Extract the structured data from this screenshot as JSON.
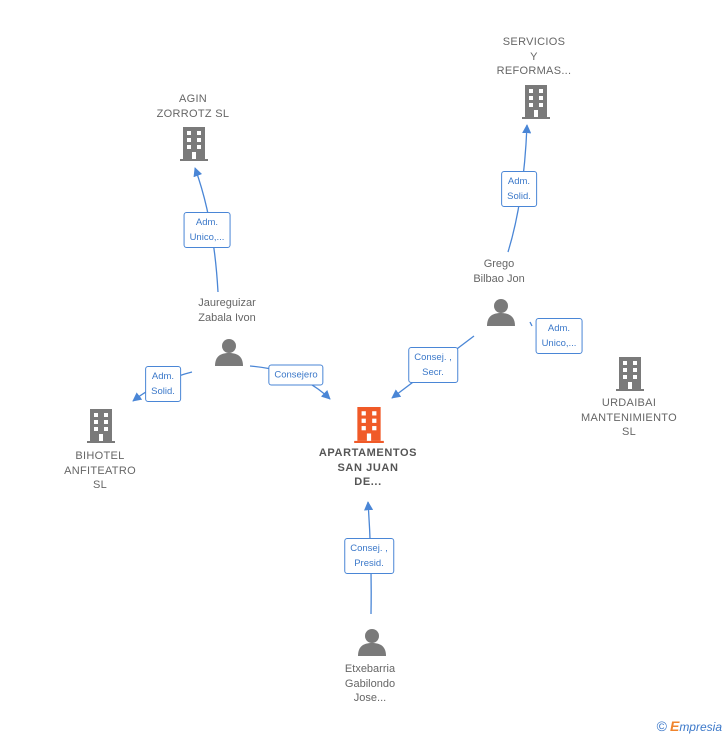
{
  "colors": {
    "company": "#7a7a7a",
    "main_company": "#f05a28",
    "person": "#7a7a7a",
    "edge": "#4a86d6"
  },
  "nodes": [
    {
      "id": "agin",
      "type": "company",
      "lines": [
        "AGIN",
        "ZORROTZ SL"
      ]
    },
    {
      "id": "servicios",
      "type": "company",
      "lines": [
        "SERVICIOS",
        "Y",
        "REFORMAS..."
      ]
    },
    {
      "id": "jaureguizar",
      "type": "person",
      "lines": [
        "Jaureguizar",
        "Zabala Ivon"
      ]
    },
    {
      "id": "grego",
      "type": "person",
      "lines": [
        "Grego",
        "Bilbao Jon"
      ]
    },
    {
      "id": "bihotel",
      "type": "company",
      "lines": [
        "BIHOTEL",
        "ANFITEATRO",
        "SL"
      ]
    },
    {
      "id": "urdaibai",
      "type": "company",
      "lines": [
        "URDAIBAI",
        "MANTENIMIENTO",
        "SL"
      ]
    },
    {
      "id": "apartamentos",
      "type": "main",
      "lines": [
        "APARTAMENTOS",
        "SAN JUAN",
        "DE..."
      ]
    },
    {
      "id": "etxebarria",
      "type": "person",
      "lines": [
        "Etxebarria",
        "Gabilondo",
        "Jose..."
      ]
    }
  ],
  "edges": [
    {
      "id": "jaur-agin",
      "lines": [
        "Adm.",
        "Unico,..."
      ]
    },
    {
      "id": "grego-servicios",
      "lines": [
        "Adm.",
        "Solid."
      ]
    },
    {
      "id": "grego-urdaibai",
      "lines": [
        "Adm.",
        "Unico,..."
      ]
    },
    {
      "id": "grego-apart",
      "lines": [
        "Consej. ,",
        "Secr."
      ]
    },
    {
      "id": "jaur-bihotel",
      "lines": [
        "Adm.",
        "Solid."
      ]
    },
    {
      "id": "jaur-apart",
      "lines": [
        "Consejero"
      ]
    },
    {
      "id": "etx-apart",
      "lines": [
        "Consej. ,",
        "Presid."
      ]
    }
  ],
  "brand": {
    "symbol": "©",
    "initial": "E",
    "rest": "mpresia"
  }
}
